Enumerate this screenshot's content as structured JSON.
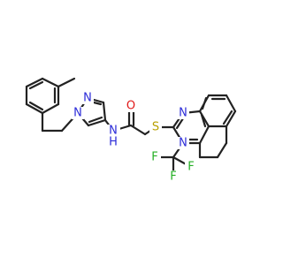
{
  "colors": {
    "bond": "#222222",
    "nitrogen": "#2b2bd8",
    "oxygen": "#e01818",
    "sulfur": "#b8a000",
    "fluorine": "#25b025"
  },
  "atom_labels": {
    "methyl_carbon_none": "",
    "pyrazole_n1": "N",
    "pyrazole_n2": "N",
    "amide_nh": "N",
    "amide_h": "H",
    "amide_o": "O",
    "thioether_s": "S",
    "pyrimidine_n_upper": "N",
    "pyrimidine_n_lower": "N",
    "fluorine_1": "F",
    "fluorine_2": "F",
    "fluorine_3": "F"
  }
}
